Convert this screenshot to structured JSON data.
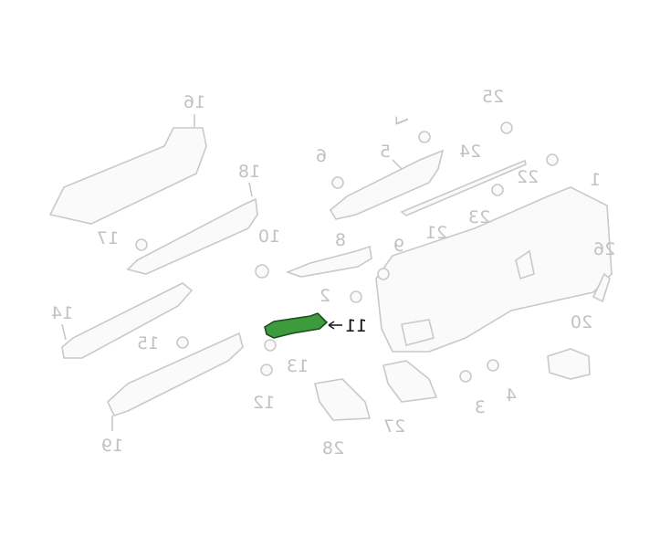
{
  "diagram": {
    "highlight_color": "#3d9a3d",
    "highlighted_part": "11",
    "labels_mirrored": true,
    "callouts": [
      "16",
      "7",
      "25",
      "6",
      "5",
      "24",
      "22",
      "1",
      "18",
      "23",
      "21",
      "17",
      "10",
      "8",
      "9",
      "26",
      "2",
      "14",
      "11",
      "20",
      "15",
      "13",
      "4",
      "3",
      "12",
      "27",
      "28",
      "19"
    ]
  }
}
